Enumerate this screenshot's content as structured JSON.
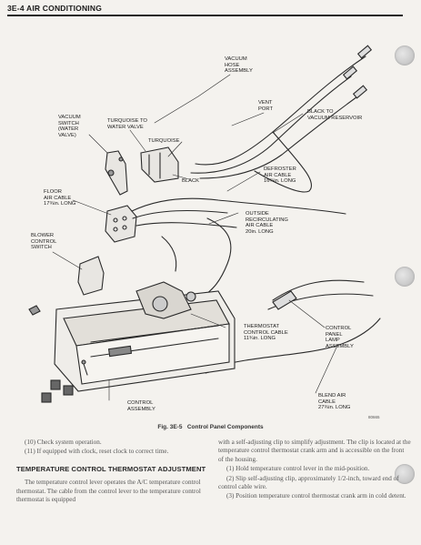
{
  "header": {
    "page_label": "3E-4  AIR CONDITIONING"
  },
  "figure": {
    "labels": {
      "vacuum_hose": [
        "VACUUM",
        "HOSE",
        "ASSEMBLY"
      ],
      "vent_port": [
        "VENT",
        "PORT"
      ],
      "black_to_reservoir": [
        "BLACK TO",
        "VACUUM RESERVOIR"
      ],
      "vacuum_switch": [
        "VACUUM",
        "SWITCH",
        "(WATER",
        "VALVE)"
      ],
      "turquoise_to_valve": [
        "TURQUOISE TO",
        "WATER VALVE"
      ],
      "turquoise": [
        "TURQUOISE"
      ],
      "black": [
        "BLACK"
      ],
      "defroster_cable": [
        "DEFROSTER",
        "AIR CABLE",
        "16¾in. LONG"
      ],
      "floor_cable": [
        "FLOOR",
        "AIR CABLE",
        "17¾in. LONG"
      ],
      "outside_recirc": [
        "OUTSIDE",
        "RECIRCULATING",
        "AIR CABLE",
        "20in. LONG"
      ],
      "blower_switch": [
        "BLOWER",
        "CONTROL",
        "SWITCH"
      ],
      "thermostat_cable": [
        "THERMOSTAT",
        "CONTROL CABLE",
        "11¾in. LONG"
      ],
      "panel_lamp": [
        "CONTROL",
        "PANEL",
        "LAMP",
        "ASSEMBLY"
      ],
      "control_assembly": [
        "CONTROL",
        "ASSEMBLY"
      ],
      "blend_cable": [
        "BLEND AIR",
        "CABLE",
        "27¾in. LONG"
      ],
      "figure_code": "80665"
    },
    "caption_number": "Fig. 3E-5",
    "caption_title": "Control Panel Components"
  },
  "text": {
    "left": {
      "p1": "(10) Check system operation.",
      "p2": "(11) If equipped with clock, reset clock to correct time.",
      "heading": "TEMPERATURE CONTROL THERMOSTAT ADJUSTMENT",
      "p3": "The temperature control lever operates the A/C temperature control thermostat. The cable from the control lever to the temperature control thermostat is equipped"
    },
    "right": {
      "p1": "with a self-adjusting clip to simplify adjustment. The clip is located at the temperature control thermostat crank arm and is accessible on the front of the housing.",
      "p2": "(1) Hold temperature control lever in the mid-position.",
      "p3": "(2) Slip self-adjusting clip, approximately 1/2-inch, toward end of control cable wire.",
      "p4": "(3) Position temperature control thermostat crank arm in cold detent."
    }
  }
}
